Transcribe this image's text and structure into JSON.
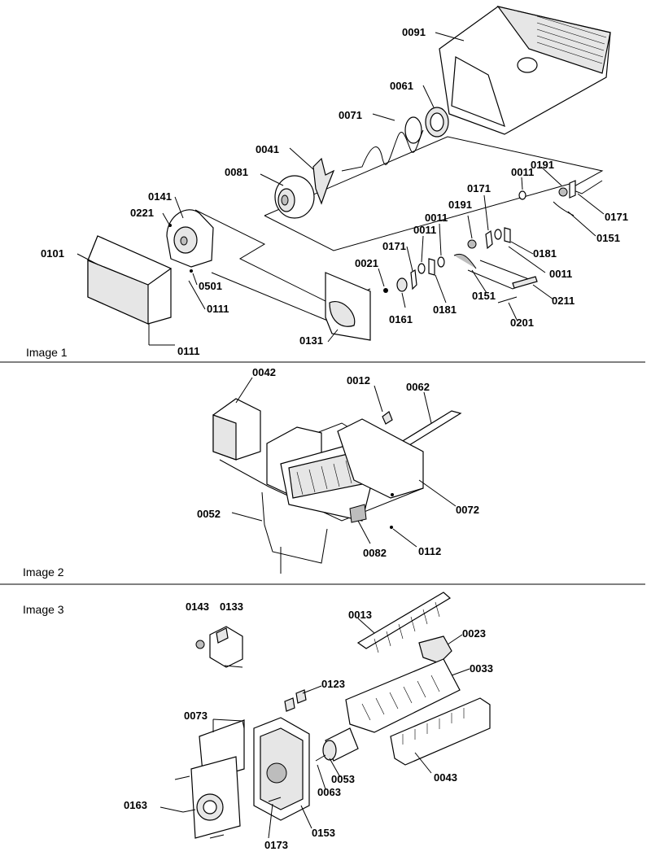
{
  "sections": {
    "image1": {
      "caption": "Image 1",
      "labels": {
        "p0091": "0091",
        "p0061": "0061",
        "p0071": "0071",
        "p0041": "0041",
        "p0081": "0081",
        "p0141": "0141",
        "p0221": "0221",
        "p0101": "0101",
        "p0501": "0501",
        "p0111a": "0111",
        "p0111b": "0111",
        "p0131": "0131",
        "p0021": "0021",
        "p0161": "0161",
        "p0171a": "0171",
        "p0011a": "0011",
        "p0181a": "0181",
        "p0011b": "0011",
        "p0191a": "0191",
        "p0151a": "0151",
        "p0171b": "0171",
        "p0011c": "0011",
        "p0181b": "0181",
        "p0011d": "0011",
        "p0191b": "0191",
        "p0171c": "0171",
        "p0151b": "0151",
        "p0211": "0211",
        "p0201": "0201"
      }
    },
    "image2": {
      "caption": "Image 2",
      "labels": {
        "p0042": "0042",
        "p0012": "0012",
        "p0062": "0062",
        "p0072": "0072",
        "p0052": "0052",
        "p0082": "0082",
        "p0112": "0112"
      }
    },
    "image3": {
      "caption": "Image 3",
      "labels": {
        "p0143": "0143",
        "p0133": "0133",
        "p0013": "0013",
        "p0023": "0023",
        "p0033": "0033",
        "p0123": "0123",
        "p0073": "0073",
        "p0053": "0053",
        "p0063": "0063",
        "p0043": "0043",
        "p0163": "0163",
        "p0153": "0153",
        "p0173": "0173"
      }
    }
  }
}
